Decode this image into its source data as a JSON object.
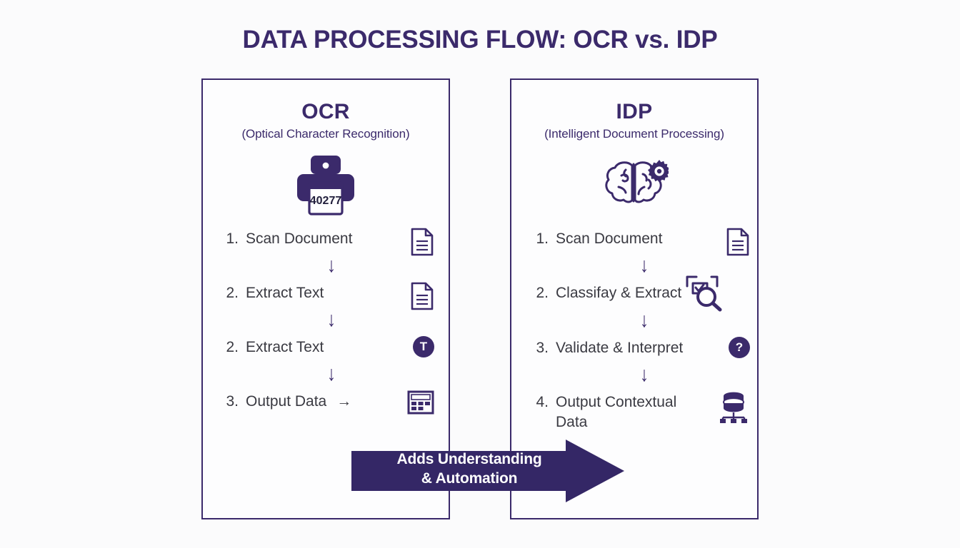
{
  "title": "DATA PROCESSING FLOW: OCR vs. IDP",
  "colors": {
    "accent": "#3b2a6b",
    "text": "#3a3a42",
    "background": "#fbfbfc",
    "banner_text": "#ffffff"
  },
  "panels": {
    "ocr": {
      "title": "OCR",
      "subtitle": "(Optical Character Recognition)",
      "hero_icon": "printer-scanner-icon",
      "printer_readout": "40277",
      "steps": [
        {
          "num": "1.",
          "label": "Scan Document",
          "icon": "document-icon"
        },
        {
          "num": "2.",
          "label": "Extract Text",
          "icon": "document-icon"
        },
        {
          "num": "2.",
          "label": "Extract Text",
          "icon": "text-badge-icon",
          "badge": "T"
        },
        {
          "num": "3.",
          "label": "Output Data",
          "inline_arrow": "→",
          "icon": "table-icon"
        }
      ]
    },
    "idp": {
      "title": "IDP",
      "subtitle": "(Intelligent Document Processing)",
      "hero_icon": "brain-gear-icon",
      "steps": [
        {
          "num": "1.",
          "label": "Scan Document",
          "icon": "document-icon"
        },
        {
          "num": "2.",
          "label": "Classifay & Extract",
          "icon": "classify-magnifier-icon"
        },
        {
          "num": "3.",
          "label": "Validate & Interpret",
          "icon": "question-badge-icon",
          "badge": "?"
        },
        {
          "num": "4.",
          "label": "Output Contextual Data",
          "icon": "database-network-icon"
        }
      ]
    }
  },
  "banner": {
    "line1": "Adds Understanding",
    "line2": "& Automation",
    "direction_icon": "right-arrow-banner"
  },
  "flow_arrow_glyph": "↓"
}
